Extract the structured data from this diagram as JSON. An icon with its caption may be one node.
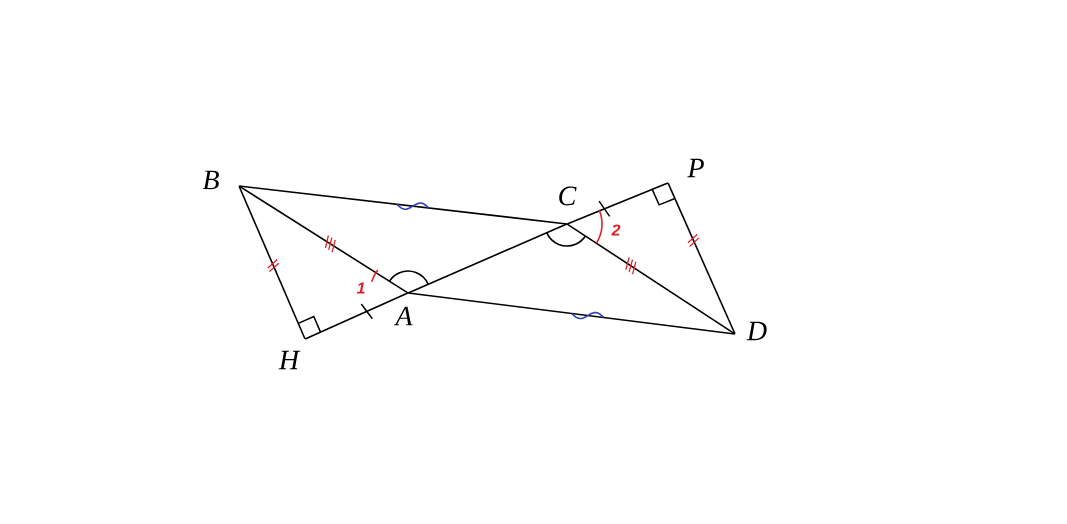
{
  "diagram": {
    "nodes": [
      {
        "text": [
          "B"
        ]
      },
      {
        "text": [
          "C"
        ]
      },
      {
        "text": [
          "P"
        ]
      },
      {
        "text": [
          "A"
        ]
      },
      {
        "text": [
          "H"
        ]
      },
      {
        "text": [
          "D"
        ]
      }
    ],
    "edges": [
      {
        "from": 0,
        "to": 1,
        "arrow": "none"
      },
      {
        "from": 0,
        "to": 4,
        "arrow": "none"
      },
      {
        "from": 4,
        "to": 3,
        "arrow": "none"
      },
      {
        "from": 3,
        "to": 1,
        "arrow": "none"
      },
      {
        "from": 1,
        "to": 2,
        "arrow": "none"
      },
      {
        "from": 0,
        "to": 3,
        "arrow": "none"
      },
      {
        "from": 3,
        "to": 5,
        "arrow": "none"
      },
      {
        "from": 1,
        "to": 5,
        "arrow": "none"
      },
      {
        "from": 2,
        "to": 5,
        "arrow": "none"
      }
    ],
    "labels": [
      "1",
      "2"
    ]
  }
}
